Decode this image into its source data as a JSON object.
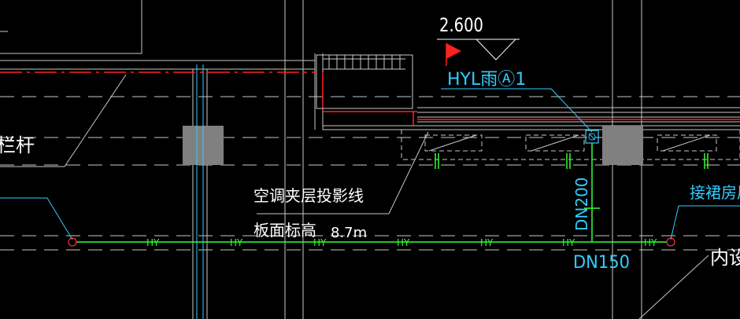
{
  "drawing": {
    "elevation_value": "2.600",
    "roof_drain_label": "HYL雨Ⓐ1",
    "railing_label": "栏杆",
    "ac_mezzanine_label": "空调夹层投影线",
    "slab_label_prefix": "板面标高",
    "slab_label_value": "8.7m",
    "pipe_code": "HY",
    "pipe_size_vertical": "DN200",
    "pipe_size_horizontal": "DN150",
    "connect_label": "接裙房屋",
    "interior_label": "内设",
    "colors": {
      "background": "#000000",
      "line_white": "#ffffff",
      "line_gray": "#c8c8c8",
      "pipe_green": "#33ff33",
      "text_cyan": "#33ccff",
      "red": "#ff2020",
      "column_gray": "#808080"
    }
  }
}
